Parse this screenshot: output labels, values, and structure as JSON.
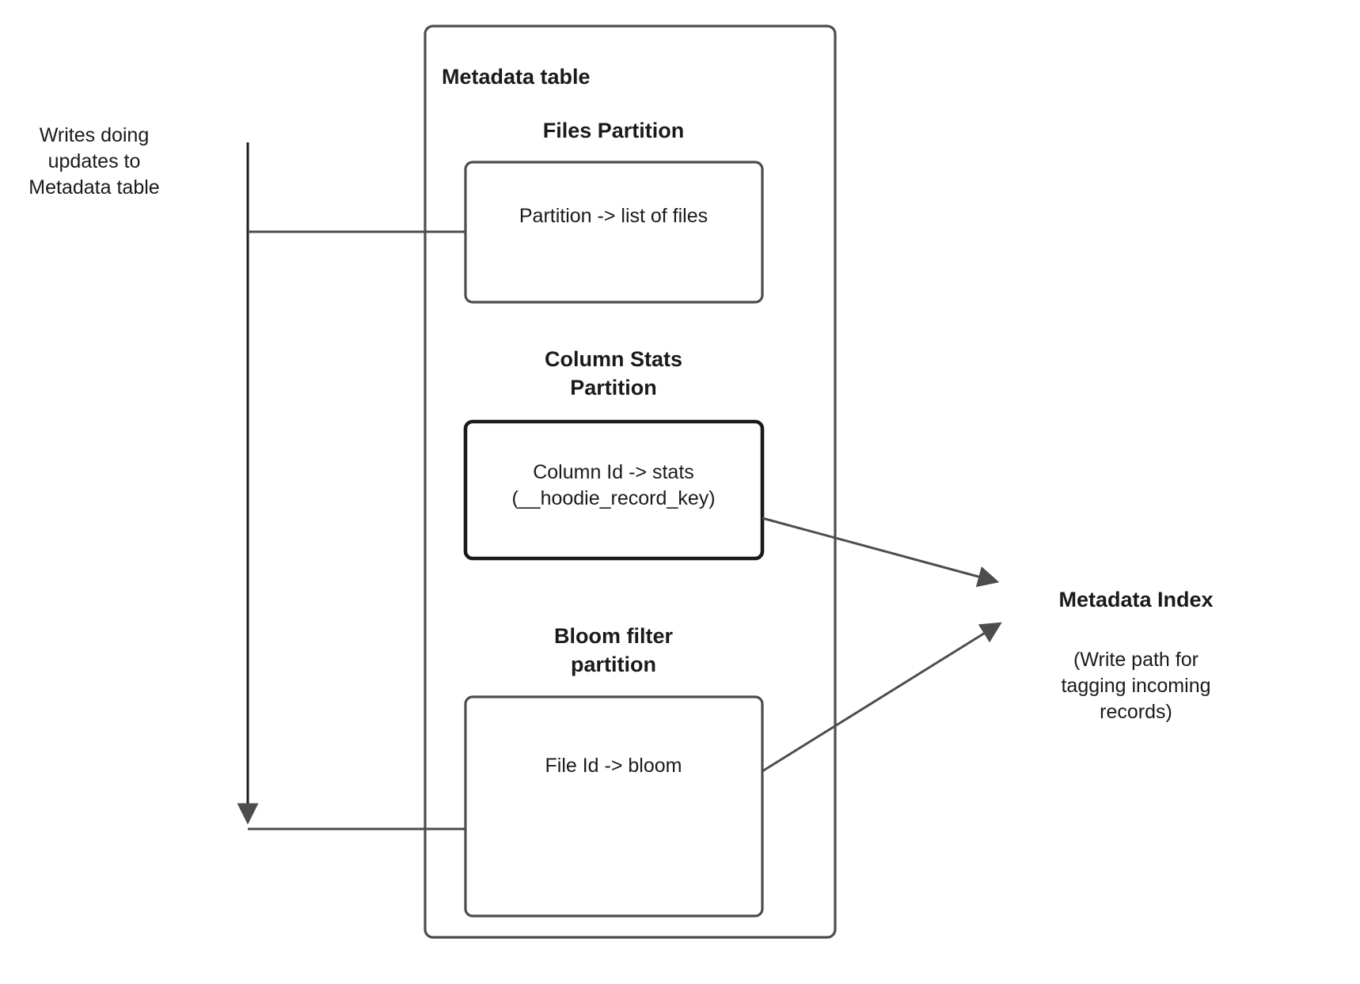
{
  "diagram": {
    "title_text": "Metadata table",
    "stroke_color": "#4d4d4d",
    "stroke_color_dark": "#1a1a1a",
    "text_color": "#1a1a1a",
    "background": "#ffffff"
  },
  "left_annotation": {
    "label": "Writes doing\nupdates to\nMetadata table"
  },
  "metadata_table": {
    "title": "Metadata table",
    "partitions": [
      {
        "heading": "Files Partition",
        "box_text": "Partition -> list of files"
      },
      {
        "heading": "Column Stats\nPartition",
        "box_text": "Column Id  -> stats\n(__hoodie_record_key)"
      },
      {
        "heading": "Bloom filter\npartition",
        "box_text": "File Id -> bloom"
      }
    ]
  },
  "metadata_index": {
    "title": "Metadata Index",
    "note": "(Write path for\ntagging incoming\nrecords)"
  }
}
